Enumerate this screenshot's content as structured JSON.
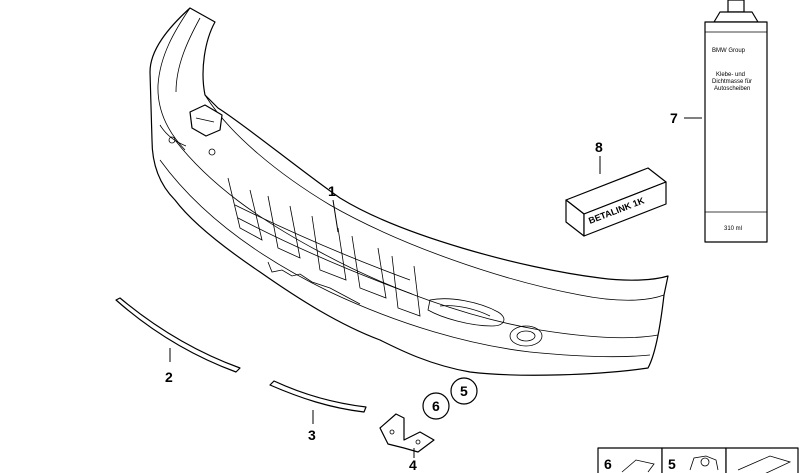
{
  "callouts": {
    "c1": "1",
    "c2": "2",
    "c3": "3",
    "c4": "4",
    "c5": "5",
    "c6": "6",
    "c7": "7",
    "c8": "8",
    "legend6": "6",
    "legend5": "5"
  },
  "tube": {
    "brand": "BMW Group",
    "desc_line1": "Klebe- und",
    "desc_line2": "Dichtmasse für",
    "desc_line3": "Autoscheiben",
    "volume": "310 ml"
  },
  "box": {
    "label": "BETALINK 1K"
  }
}
